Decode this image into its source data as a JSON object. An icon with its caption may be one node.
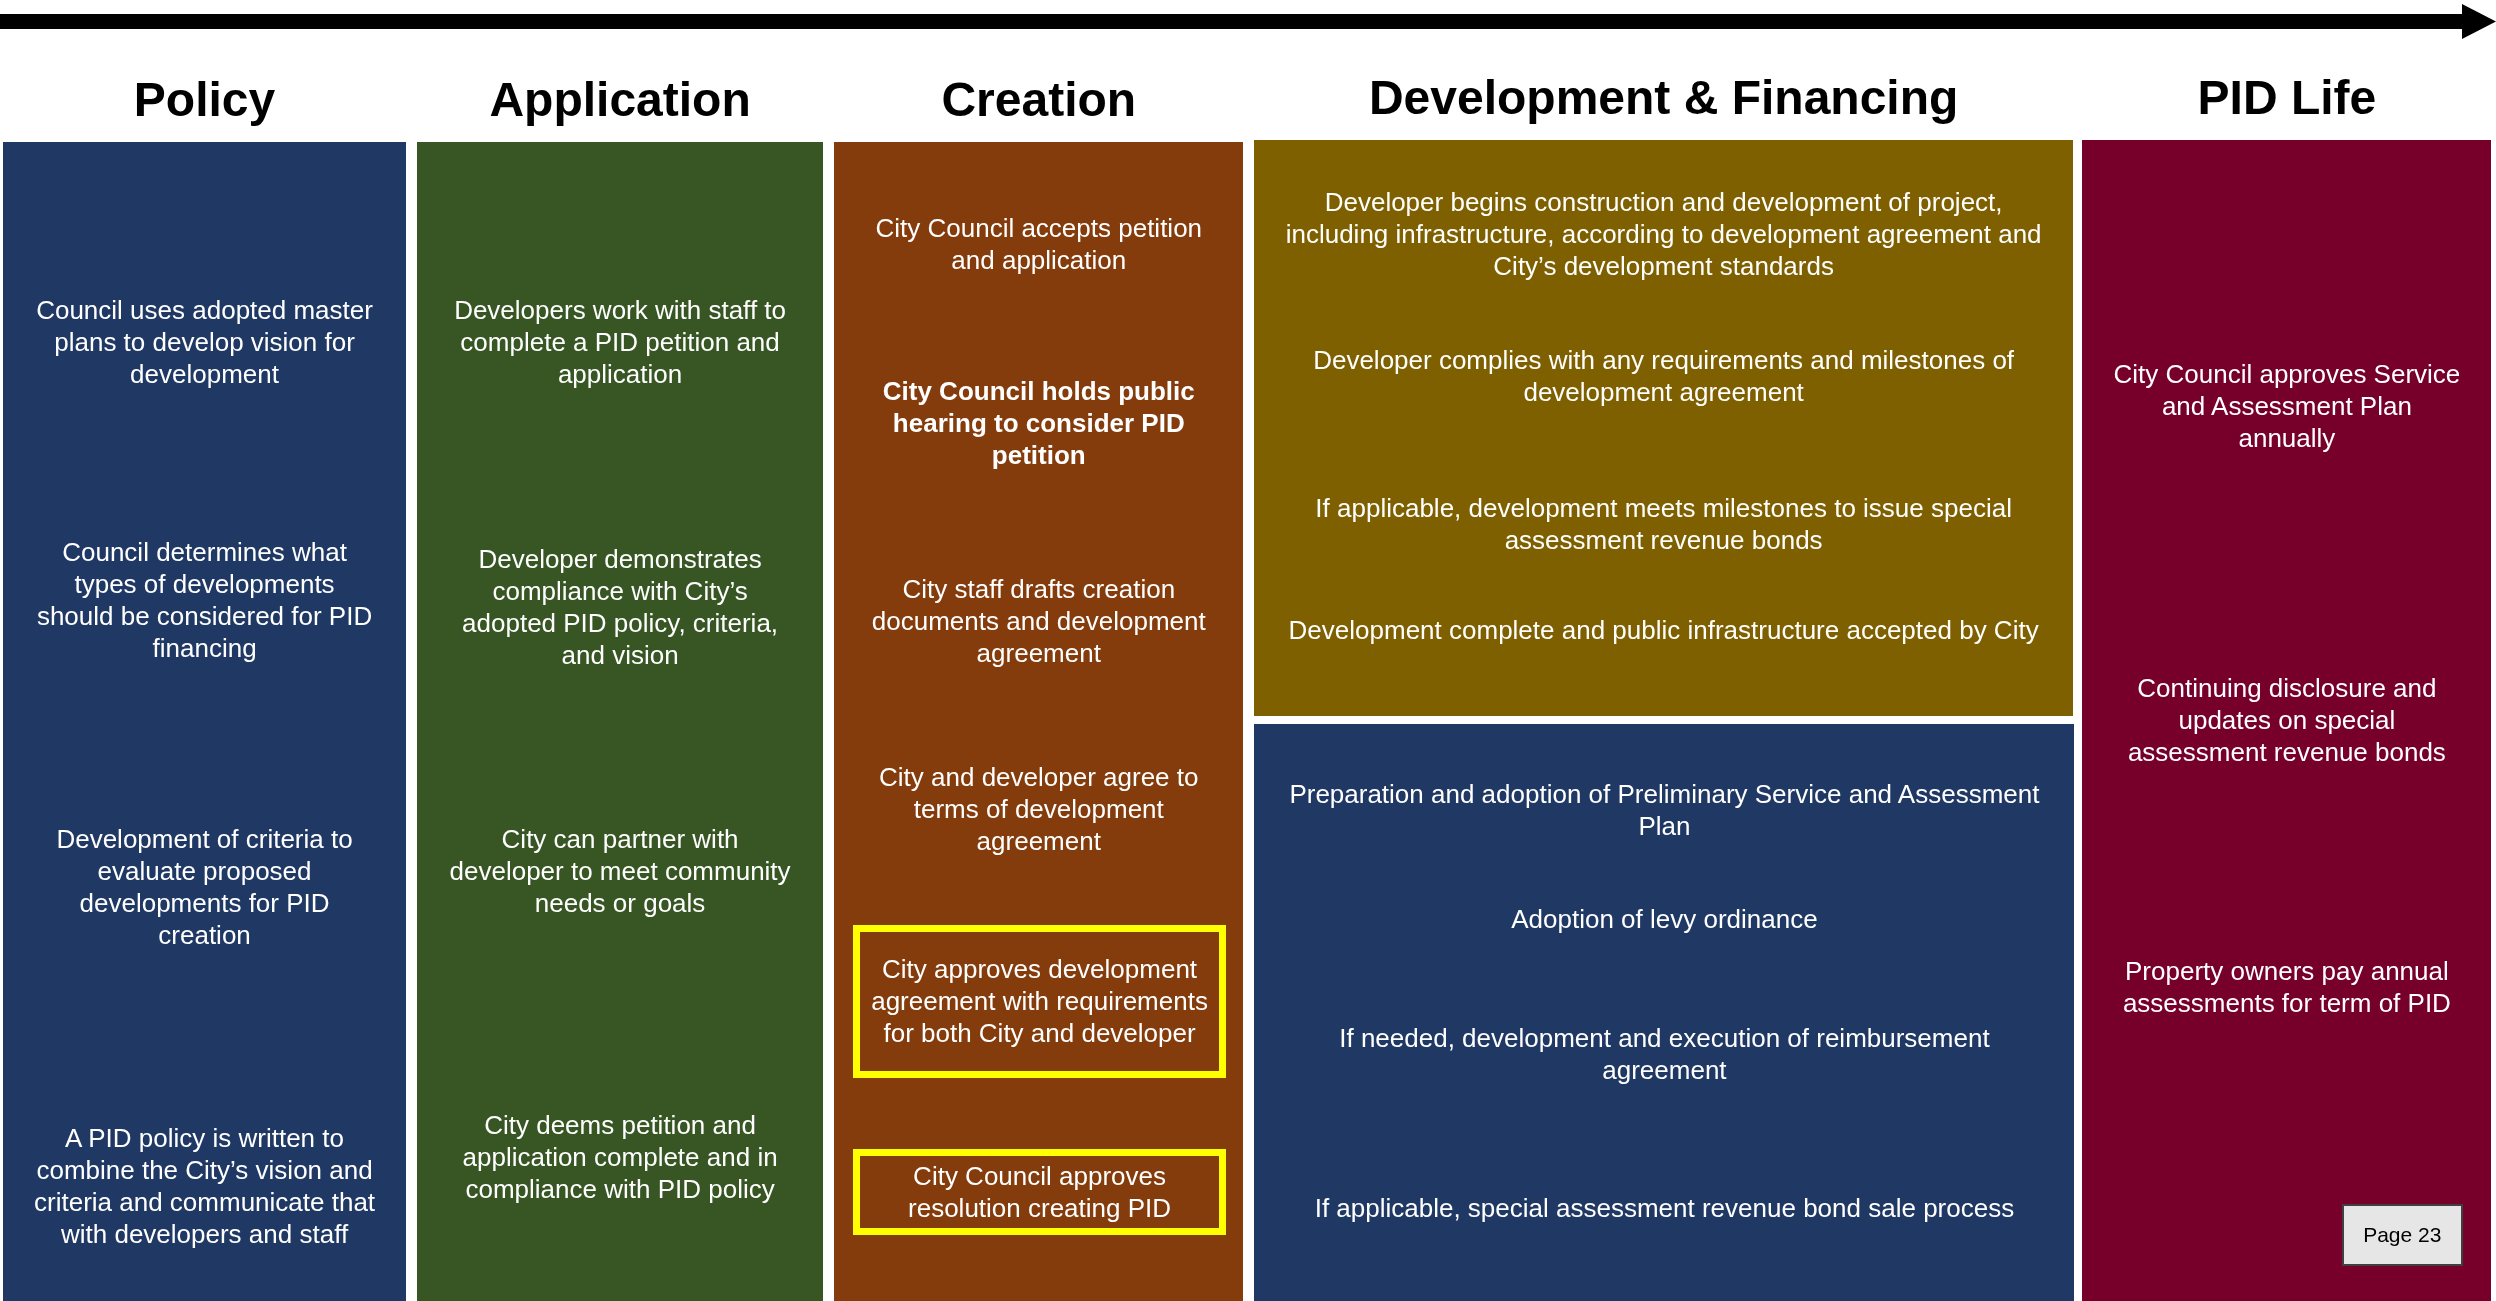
{
  "diagram": {
    "nodes": [
      {
        "text": [
          "Policy",
          "Council uses adopted master plans to develop vision for development",
          "Council determines what types of developments should be considered for PID financing",
          "Development of criteria to evaluate proposed developments for PID creation",
          "A PID policy is written to combine the City’s vision and criteria and communicate that with developers and staff"
        ]
      },
      {
        "text": [
          "Application",
          "Developers work with staff to complete a PID petition and application",
          "Developer demonstrates compliance with City’s adopted PID policy, criteria, and vision",
          "City can partner with developer to meet community needs or goals",
          "City deems petition and application complete and in compliance with PID policy"
        ]
      },
      {
        "text": [
          "Creation",
          "City Council accepts petition and application",
          "City Council holds public hearing to consider PID petition",
          "City staff drafts creation documents and development agreement",
          "City and developer agree to terms of development agreement"
        ]
      },
      {
        "text": [
          "City approves development agreement with requirements for both City and developer"
        ],
        "in": 2
      },
      {
        "text": [
          "City Council approves resolution creating PID"
        ],
        "in": 2
      },
      {
        "text": [
          "Development & Financing",
          "Developer begins construction and development of project, including infrastructure, according to development agreement and City’s development standards",
          "Developer complies with any requirements and milestones of development agreement",
          "If applicable, development meets milestones to issue special assessment revenue bonds",
          "Development complete and public infrastructure accepted by City"
        ]
      },
      {
        "text": [
          "Preparation and adoption of Preliminary Service and Assessment Plan",
          "Adoption of levy ordinance",
          "If needed, development and execution of reimbursement agreement",
          "If applicable, special assessment revenue bond sale process"
        ]
      },
      {
        "text": [
          "PID Life",
          "City Council approves Service and Assessment Plan annually",
          "Continuing disclosure and updates on special assessment revenue bonds",
          "Property owners pay annual assessments for term of PID"
        ]
      },
      {
        "text": [
          "Page 23"
        ],
        "in": 7
      }
    ]
  }
}
